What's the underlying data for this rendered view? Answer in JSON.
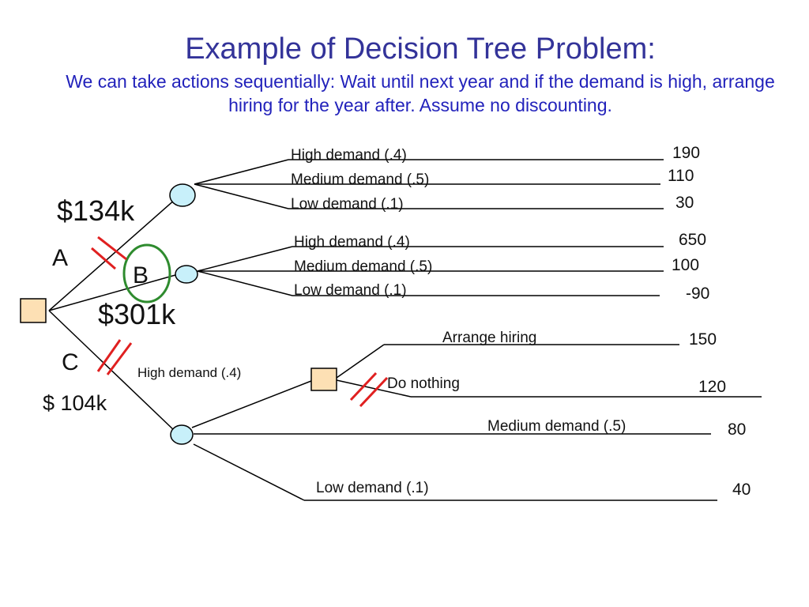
{
  "slide": {
    "title": "Example of Decision Tree Problem:",
    "subtitle": "We can take actions sequentially: Wait until next year and if the demand is high, arrange hiring for the year after. Assume no discounting."
  },
  "options": {
    "a": {
      "letter": "A",
      "value": "$134k"
    },
    "b": {
      "letter": "B",
      "value": "$301k"
    },
    "c": {
      "letter": "C",
      "value": "$ 104k"
    }
  },
  "branches_a": [
    {
      "label": "High demand (.4)",
      "payoff": "190"
    },
    {
      "label": "Medium demand (.5)",
      "payoff": "110"
    },
    {
      "label": "Low demand (.1)",
      "payoff": "30"
    }
  ],
  "branches_b": [
    {
      "label": "High demand (.4)",
      "payoff": "650"
    },
    {
      "label": "Medium demand (.5)",
      "payoff": "100"
    },
    {
      "label": "Low demand (.1)",
      "payoff": "-90"
    }
  ],
  "branches_c": {
    "high": {
      "label": "High demand (.4)"
    },
    "medium": {
      "label": "Medium demand (.5)",
      "payoff": "80"
    },
    "low": {
      "label": "Low demand (.1)",
      "payoff": "40"
    },
    "sub_decision": [
      {
        "label": "Arrange hiring",
        "payoff": "150"
      },
      {
        "label": "Do nothing",
        "payoff": "120"
      }
    ]
  },
  "colors": {
    "title": "#333399",
    "decision_node": "#fde0b4",
    "chance_node": "#c8f0fa",
    "prune_mark": "#e02020",
    "highlight_circle": "#2e8b2e"
  }
}
